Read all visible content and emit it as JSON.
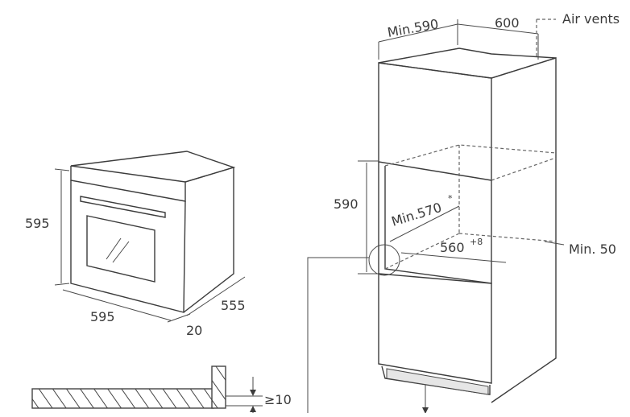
{
  "oven": {
    "height": "595",
    "width": "595",
    "depth": "555",
    "door_depth": "20"
  },
  "cabinet": {
    "min_width": "Min.590",
    "depth": "600",
    "air_vents": "Air vents",
    "niche_height": "590",
    "min_depth": "Min.570",
    "min_depth_mark": "*",
    "niche_width": "560",
    "niche_width_tol": "+8",
    "min_gap": "Min. 50"
  },
  "detail": {
    "gap": "≥10"
  }
}
